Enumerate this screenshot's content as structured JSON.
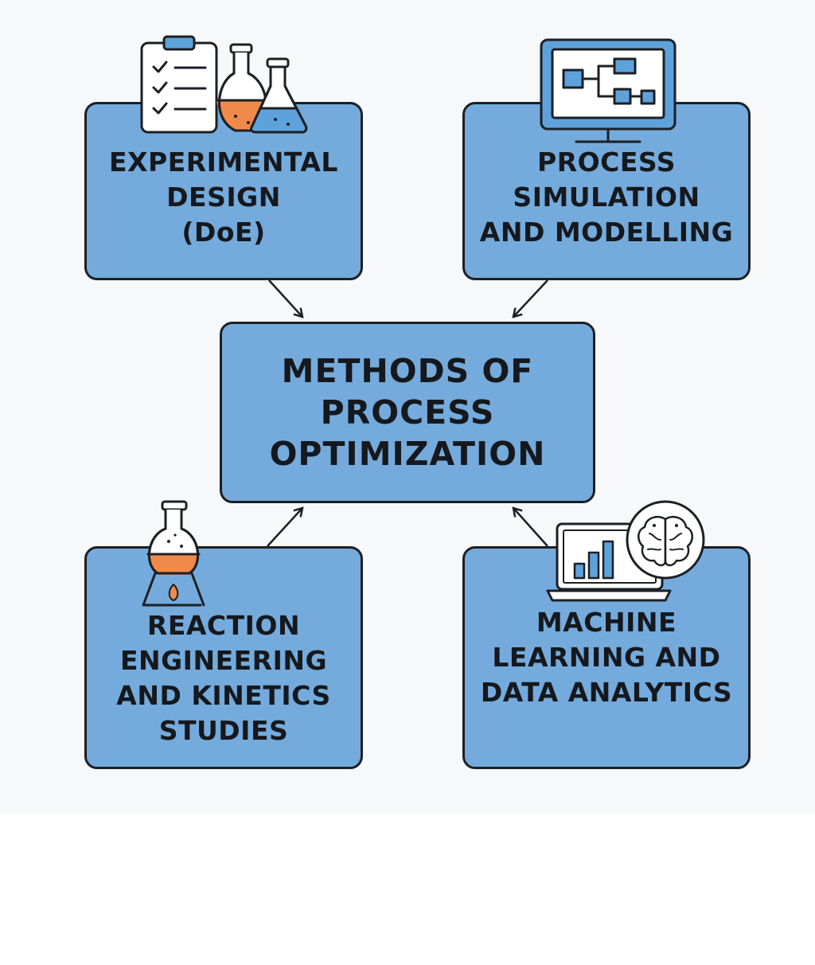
{
  "diagram": {
    "center": {
      "label": "METHODS OF\nPROCESS\nOPTIMIZATION"
    },
    "nodes": {
      "experimental_design": {
        "label": "EXPERIMENTAL\nDESIGN\n(DoE)",
        "icon": "lab-flasks-checklist-icon"
      },
      "process_simulation": {
        "label": "PROCESS\nSIMULATION\nAND MODELLING",
        "icon": "monitor-flowchart-icon"
      },
      "reaction_engineering": {
        "label": "REACTION\nENGINEERING\nAND KINETICS\nSTUDIES",
        "icon": "heated-flask-icon"
      },
      "machine_learning": {
        "label": "MACHINE\nLEARNING AND\nDATA ANALYTICS",
        "icon": "laptop-brain-chart-icon"
      }
    },
    "colors": {
      "box_fill": "#74abdc",
      "outline": "#1c1f24",
      "accent_orange": "#f08a4b",
      "accent_blue": "#5ea2dc",
      "background": "#f7f8fa"
    }
  }
}
